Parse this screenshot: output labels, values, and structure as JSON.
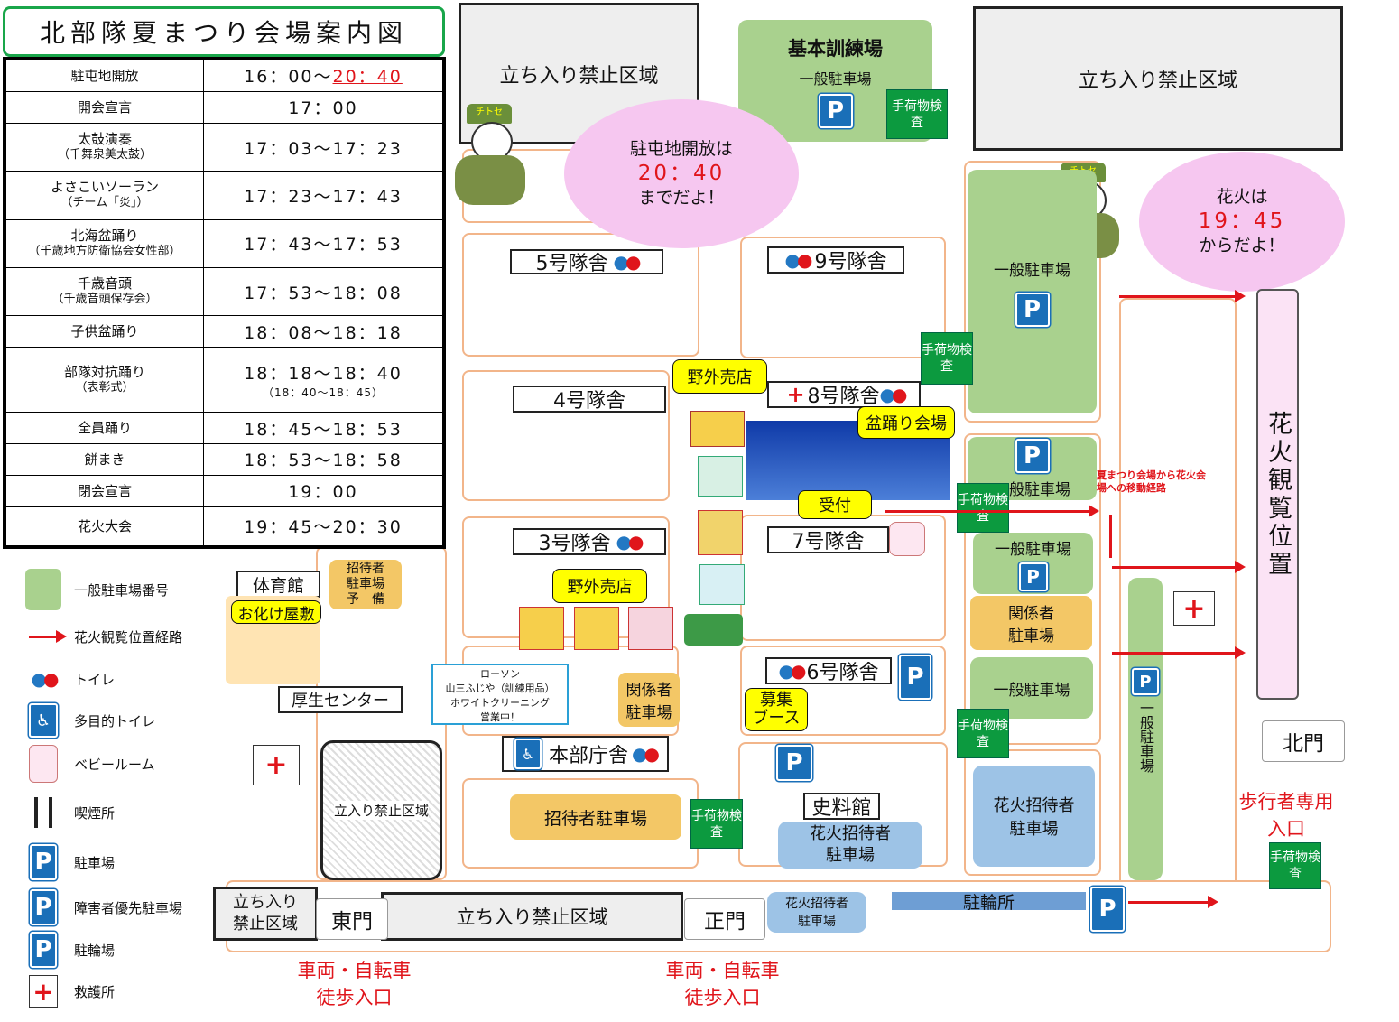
{
  "title": "北部隊夏まつり会場案内図",
  "schedule": [
    {
      "event": "駐屯地開放",
      "sub": "",
      "time_a": "16：00～",
      "time_b": "20：40",
      "note": ""
    },
    {
      "event": "開会宣言",
      "sub": "",
      "time_a": "17：00",
      "time_b": "",
      "note": ""
    },
    {
      "event": "太鼓演奏",
      "sub": "（千舞泉美太鼓）",
      "time_a": "17：03～17：23",
      "time_b": "",
      "note": ""
    },
    {
      "event": "よさこいソーラン",
      "sub": "（チーム「炎」）",
      "time_a": "17：23～17：43",
      "time_b": "",
      "note": ""
    },
    {
      "event": "北海盆踊り",
      "sub": "（千歳地方防衛協会女性部）",
      "time_a": "17：43～17：53",
      "time_b": "",
      "note": ""
    },
    {
      "event": "千歳音頭",
      "sub": "（千歳音頭保存会）",
      "time_a": "17：53～18：08",
      "time_b": "",
      "note": ""
    },
    {
      "event": "子供盆踊り",
      "sub": "",
      "time_a": "18：08～18：18",
      "time_b": "",
      "note": ""
    },
    {
      "event": "部隊対抗踊り",
      "sub": "（表彰式）",
      "time_a": "18：18～18：40",
      "time_b": "",
      "note": "（18：40～18：45）"
    },
    {
      "event": "全員踊り",
      "sub": "",
      "time_a": "18：45～18：53",
      "time_b": "",
      "note": ""
    },
    {
      "event": "餅まき",
      "sub": "",
      "time_a": "18：53～18：58",
      "time_b": "",
      "note": ""
    },
    {
      "event": "閉会宣言",
      "sub": "",
      "time_a": "19：00",
      "time_b": "",
      "note": ""
    },
    {
      "event": "花火大会",
      "sub": "",
      "time_a": "19：45～20：30",
      "time_b": "",
      "note": ""
    }
  ],
  "bubbles": {
    "left": {
      "line1": "駐屯地開放は",
      "line2": "20：40",
      "line3": "までだよ！"
    },
    "right": {
      "line1": "花火は",
      "line2": "19：45",
      "line3": "からだよ！"
    }
  },
  "mascot_label": "チトセ",
  "map": {
    "forbidden": "立ち入り禁止区域",
    "forbidden_small": "立入り禁止区域",
    "forbidden_gate_l1": "立ち入り",
    "forbidden_gate_l2": "禁止区域",
    "training": "基本訓練場",
    "general_parking": "一般駐車場",
    "check": "手荷物検査",
    "bldg5": "5号隊舎",
    "bldg9": "9号隊舎",
    "bldg4": "4号隊舎",
    "bldg8": "8号隊舎",
    "bldg3": "3号隊舎",
    "bldg7": "7号隊舎",
    "bldg6": "6号隊舎",
    "hq": "本部庁舎",
    "museum": "史料館",
    "gym": "体育館",
    "welfare": "厚生センター",
    "haunted": "お化け屋敷",
    "stall": "野外売店",
    "bon": "盆踊り会場",
    "reception": "受付",
    "recruit_l1": "募集",
    "recruit_l2": "ブース",
    "related_l1": "関係者",
    "related_l2": "駐車場",
    "guest_reserve_l1": "招待者",
    "guest_reserve_l2": "駐車場",
    "guest_reserve_l3": "予　備",
    "guest_parking": "招待者駐車場",
    "fw_guest_l1": "花火招待者",
    "fw_guest_l2": "駐車場",
    "bike": "駐輪所",
    "route_note": "夏まつり会場から花火会場への移動経路",
    "lawson": [
      "ローソン",
      "山三ふじや（訓練用品）",
      "ホワイトクリーニング",
      "営業中！"
    ],
    "viewing": "花火観覧位置",
    "east_gate": "東門",
    "main_gate": "正門",
    "north_gate": "北門",
    "walker_entry_l1": "歩行者専用",
    "walker_entry_l2": "入口",
    "vehicle_entry_l1": "車両・自転車",
    "vehicle_entry_l2": "徒歩入口",
    "general_parking_vertical": "一般駐車場"
  },
  "legend": [
    {
      "icon": "green-box",
      "label": "一般駐車場番号"
    },
    {
      "icon": "red-arrow",
      "label": "花火観覧位置経路"
    },
    {
      "icon": "toilet-icon",
      "label": "トイレ"
    },
    {
      "icon": "accessible-toilet-icon",
      "label": "多目的トイレ"
    },
    {
      "icon": "baby-room-icon",
      "label": "ベビールーム"
    },
    {
      "icon": "smoking-icon",
      "label": "喫煙所"
    },
    {
      "icon": "parking-icon",
      "label": "駐車場"
    },
    {
      "icon": "accessible-parking-icon",
      "label": "障害者優先駐車場"
    },
    {
      "icon": "bicycle-parking-icon",
      "label": "駐輪場"
    },
    {
      "icon": "first-aid-icon",
      "label": "救護所"
    }
  ],
  "colors": {
    "accent_red": "#e0151b",
    "parking_green": "#a9d18e",
    "check_green": "#0c9a3f",
    "guest_gold": "#f3c766",
    "fw_blue": "#9dc3e6",
    "road_orange": "#f2b58a",
    "bubble_pink": "#f6c7f0"
  }
}
